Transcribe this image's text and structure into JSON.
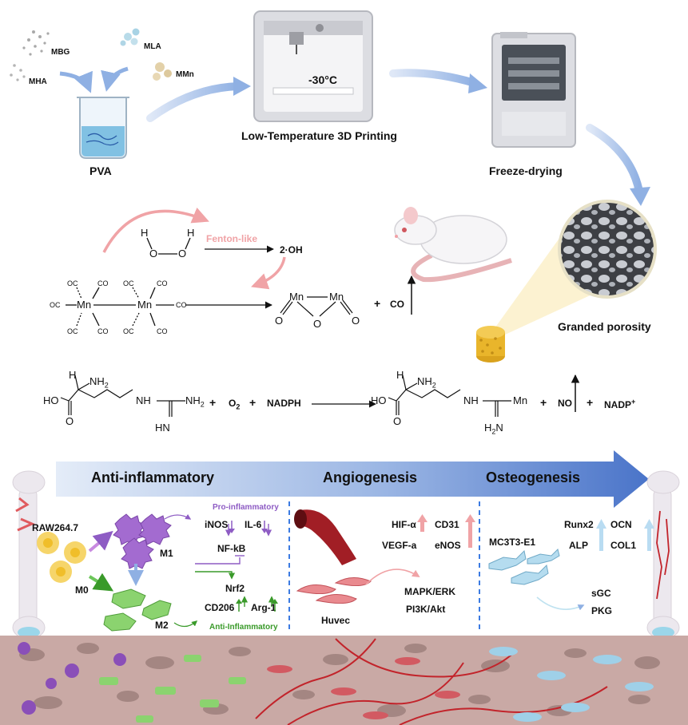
{
  "colors": {
    "arrow_blue": "#8fb0e3",
    "band_blue": "#4a74c9",
    "pink_arrow": "#f0a3a6",
    "green": "#3a9a2a",
    "purple": "#8e5cc4",
    "tissue": "#c9a9a5",
    "cell_dark": "#9b7d7a",
    "bone": "#e9e4ea",
    "blood": "#9c1e24"
  },
  "fabrication": {
    "mbg": "MBG",
    "mha": "MHA",
    "mla": "MLA",
    "mmn": "MMn",
    "pva": "PVA",
    "printer_temp": "-30°C",
    "printing_label": "Low-Temperature 3D Printing",
    "freeze_label": "Freeze-drying",
    "porosity_label": "Granded porosity"
  },
  "reaction1": {
    "h_left": "H",
    "h_right": "H",
    "o_left": "O",
    "o_right": "O",
    "catalyst": "Fenton-like",
    "product": "2·OH",
    "mn1": "Mn",
    "mn2": "Mn",
    "co": "OC",
    "co_right": "CO",
    "mn_prod1": "Mn",
    "mn_prod2": "Mn",
    "o_prod": "O",
    "plus": "+",
    "co_gas": "CO"
  },
  "reaction2": {
    "h": "H",
    "nh2": "NH",
    "nh2_sub": "2",
    "ho": "HO",
    "o": "O",
    "nh": "NH",
    "nh2_right": "NH",
    "nh2_right_sub": "2",
    "hn": "HN",
    "plus1": "+",
    "o2": "O",
    "o2_sub": "2",
    "plus2": "+",
    "nadph": "NADPH",
    "p_h": "H",
    "p_nh2": "NH",
    "p_nh2_sub": "2",
    "p_ho": "HO",
    "p_o": "O",
    "p_nh": "NH",
    "p_mn": "Mn",
    "p_h2n": "H",
    "p_h2n_sub": "2",
    "p_h2n_n": "N",
    "plus3": "+",
    "no": "NO",
    "plus4": "+",
    "nadp": "NADP",
    "nadp_sup": "+"
  },
  "bioeffects": {
    "anti_inflammatory": "Anti-inflammatory",
    "angiogenesis": "Angiogenesis",
    "osteogenesis": "Osteogenesis",
    "raw": "RAW264.7",
    "m0": "M0",
    "m1": "M1",
    "m2": "M2",
    "pro_inflammatory": "Pro-inflammatory",
    "inos": "iNOS",
    "il6": "IL-6",
    "nfkb": "NF-kB",
    "nrf2": "Nrf2",
    "cd206": "CD206",
    "arg1": "Arg-1",
    "anti_inflammatory_small": "Anti-Inflammatory",
    "hif": "HIF-α",
    "cd31": "CD31",
    "vegf": "VEGF-a",
    "enos": "eNOS",
    "huvec": "Huvec",
    "mapk": "MAPK/ERK",
    "pi3k": "PI3K/Akt",
    "mc3t3": "MC3T3-E1",
    "runx2": "Runx2",
    "ocn": "OCN",
    "alp": "ALP",
    "col1": "COL1",
    "sgc": "sGC",
    "pkg": "PKG"
  }
}
